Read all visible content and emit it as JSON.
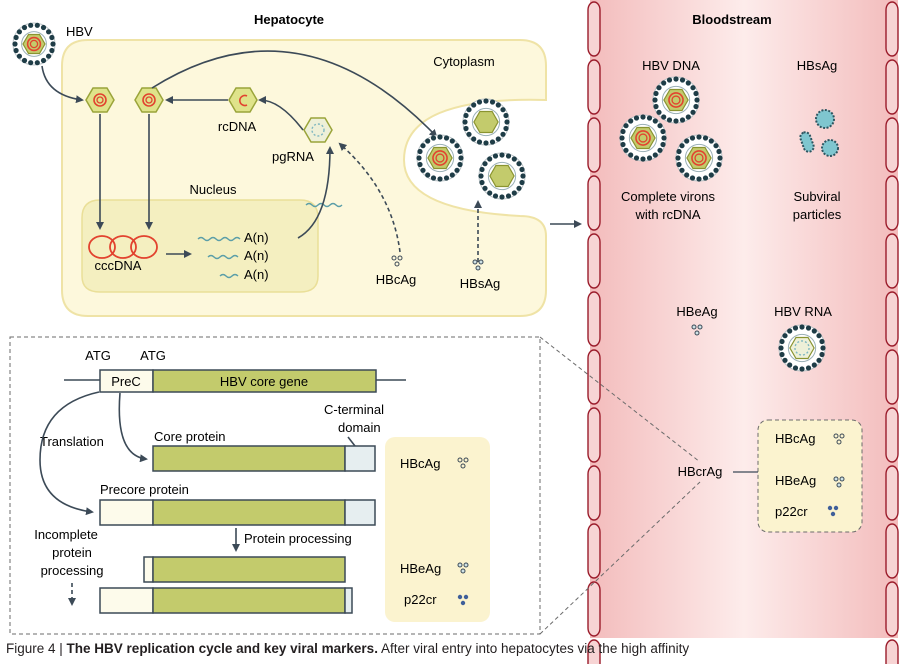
{
  "hepatocyte": {
    "title": "Hepatocyte",
    "cytoplasm_label": "Cytoplasm",
    "nucleus_label": "Nucleus",
    "hbv_label": "HBV",
    "rcdna_label": "rcDNA",
    "pgrna_label": "pgRNA",
    "cccdna_label": "cccDNA",
    "polya_label": "A(n)",
    "hbcag_label": "HBcAg",
    "hbsag_label": "HBsAg"
  },
  "bloodstream": {
    "title": "Bloodstream",
    "hbv_dna_label": "HBV DNA",
    "hbsag_label": "HBsAg",
    "complete_virions_line1": "Complete virons",
    "complete_virions_line2": "with rcDNA",
    "subviral_line1": "Subviral",
    "subviral_line2": "particles",
    "hbeag_label": "HBeAg",
    "hbv_rna_label": "HBV RNA",
    "hbcrag_label": "HBcrAg",
    "hbcrag_components": [
      "HBcAg",
      "HBeAg",
      "p22cr"
    ]
  },
  "gene_panel": {
    "atg_1": "ATG",
    "atg_2": "ATG",
    "prec_label": "PreC",
    "core_gene_label": "HBV core gene",
    "c_terminal_line1": "C-terminal",
    "c_terminal_line2": "domain",
    "translation_label": "Translation",
    "core_protein_label": "Core protein",
    "precore_protein_label": "Precore protein",
    "protein_processing_label": "Protein processing",
    "incomplete_line1": "Incomplete",
    "incomplete_line2": "protein",
    "incomplete_line3": "processing",
    "legend_hbcag": "HBcAg",
    "legend_hbeag": "HBeAg",
    "legend_p22cr": "p22cr"
  },
  "caption": {
    "prefix": "Figure 4 | ",
    "title": "The HBV replication cycle and key viral markers.",
    "text": " After viral entry into hepatocytes via the high affinity"
  },
  "colors": {
    "cell_fill": "#fdf8dc",
    "cell_stroke": "#efe3a6",
    "core_green": "#c3cb6c",
    "dna_red": "#e2432f",
    "virion_teal": "#5b9ea8",
    "blood_pink": "#f6c8c8",
    "arrow": "#3c4a57"
  }
}
